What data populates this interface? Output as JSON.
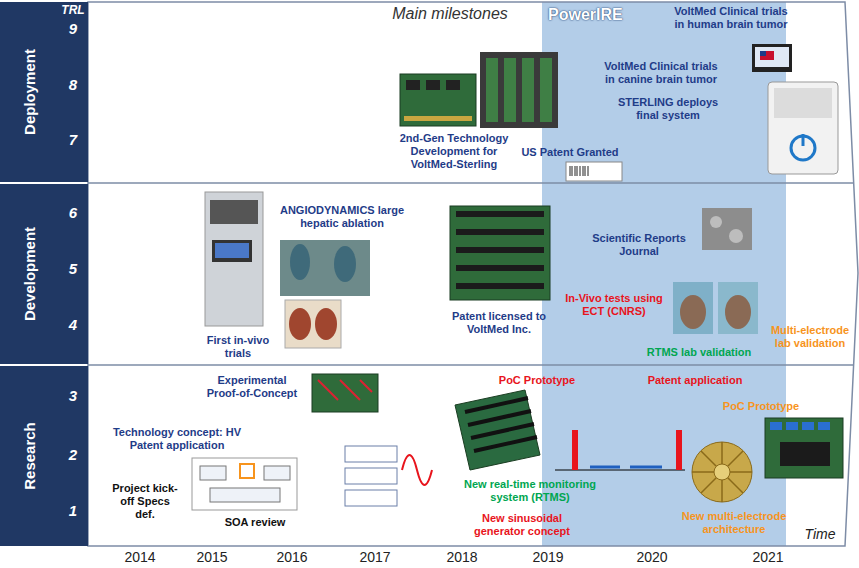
{
  "diagram": {
    "title": "Main milestones",
    "nodes": [
      {
        "text": [
          "Deployment"
        ]
      },
      {
        "text": [
          "Development"
        ]
      },
      {
        "text": [
          "Research"
        ]
      },
      {
        "text": [
          "PowerIRE"
        ]
      }
    ],
    "labels": [
      "TRL",
      "9",
      "8",
      "7",
      "6",
      "5",
      "4",
      "3",
      "2",
      "1",
      "VoltMed Clinical trials in human brain tumor",
      "VoltMed Clinical trials in canine brain tumor",
      "STERLING deploys final system",
      "2nd-Gen Technology Development for VoltMed-Sterling",
      "US Patent Granted",
      "ANGIODYNAMICS large hepatic ablation",
      "Scientific Reports Journal",
      "In-Vivo tests using ECT (CNRS)",
      "Patent licensed to VoltMed Inc.",
      "First in-vivo trials",
      "RTMS lab validation",
      "Multi-electrode lab validation",
      "Experimental Proof-of-Concept",
      "PoC Prototype",
      "Patent application",
      "PoC Prototype",
      "Technology concept: HV Patent application",
      "New real-time monitoring system (RTMS)",
      "New sinusoidal generator concept",
      "New multi-electrode architecture",
      "Project kick-off Specs def.",
      "SOA review",
      "Time",
      "2014",
      "2015",
      "2016",
      "2017",
      "2018",
      "2019",
      "2020",
      "2021"
    ]
  }
}
